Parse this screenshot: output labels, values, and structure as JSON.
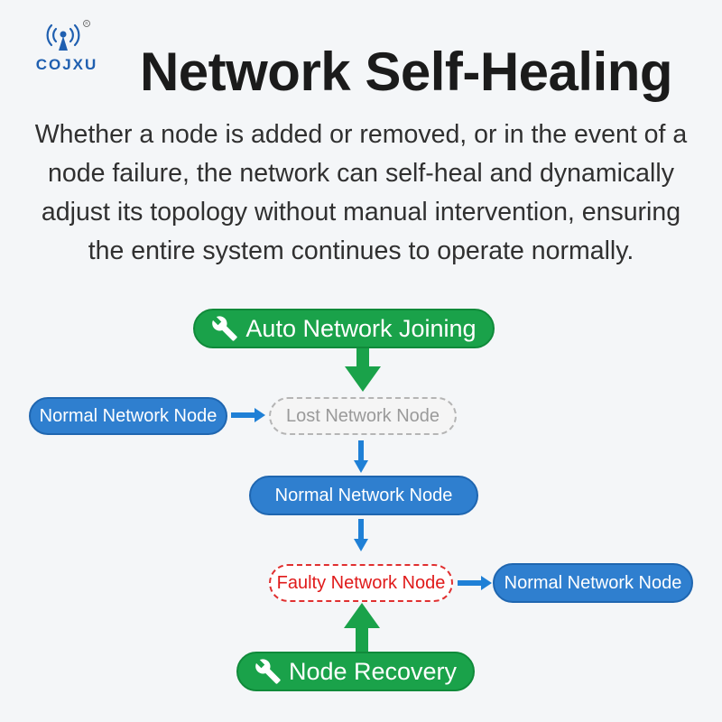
{
  "brand": {
    "name": "COJXU",
    "registered": "®"
  },
  "title": "Network Self-Healing",
  "description": [
    "Whether a node is added or removed, or in the event of a",
    "node failure, the network can self-heal and dynamically",
    "adjust its topology without manual intervention, ensuring",
    "the entire system continues to operate normally."
  ],
  "diagram": {
    "auto_joining": "Auto Network Joining",
    "normal_left": "Normal Network Node",
    "lost": "Lost Network Node",
    "normal_middle": "Normal Network Node",
    "faulty": "Faulty Network Node",
    "normal_right": "Normal Network Node",
    "recovery": "Node Recovery"
  },
  "colors": {
    "normal": "#2f7fcf",
    "action": "#1aa24a",
    "faulty": "#e01a1a",
    "lost": "#9a9a9a"
  },
  "icons": [
    "wireless-antenna-icon",
    "wrench-icon"
  ]
}
